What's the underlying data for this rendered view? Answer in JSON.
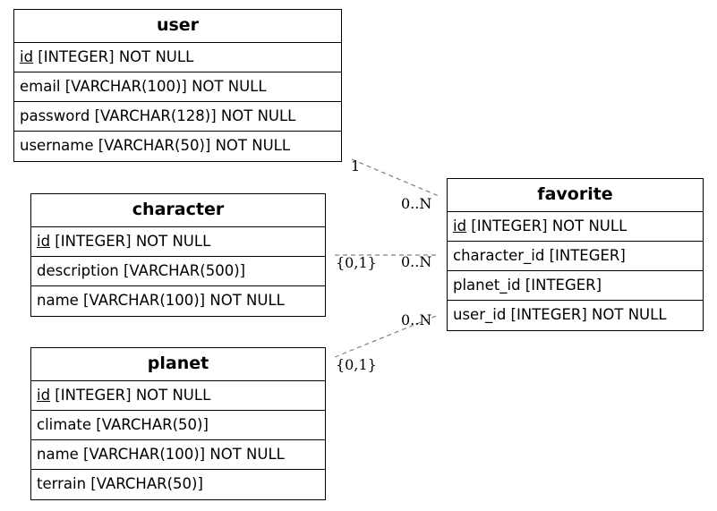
{
  "entities": {
    "user": {
      "title": "user",
      "rows": [
        {
          "pk": "id",
          "rest": " [INTEGER] NOT NULL"
        },
        {
          "text": "email [VARCHAR(100)] NOT NULL"
        },
        {
          "text": "password [VARCHAR(128)] NOT NULL"
        },
        {
          "text": "username [VARCHAR(50)] NOT NULL"
        }
      ]
    },
    "character": {
      "title": "character",
      "rows": [
        {
          "pk": "id",
          "rest": " [INTEGER] NOT NULL"
        },
        {
          "text": "description [VARCHAR(500)]"
        },
        {
          "text": "name [VARCHAR(100)] NOT NULL"
        }
      ]
    },
    "planet": {
      "title": "planet",
      "rows": [
        {
          "pk": "id",
          "rest": " [INTEGER] NOT NULL"
        },
        {
          "text": "climate [VARCHAR(50)]"
        },
        {
          "text": "name [VARCHAR(100)] NOT NULL"
        },
        {
          "text": "terrain [VARCHAR(50)]"
        }
      ]
    },
    "favorite": {
      "title": "favorite",
      "rows": [
        {
          "pk": "id",
          "rest": " [INTEGER] NOT NULL"
        },
        {
          "text": "character_id [INTEGER]"
        },
        {
          "text": "planet_id [INTEGER]"
        },
        {
          "text": "user_id [INTEGER] NOT NULL"
        }
      ]
    }
  },
  "relations": [
    {
      "from": "user",
      "to": "favorite",
      "from_card": "1",
      "to_card": "0..N"
    },
    {
      "from": "character",
      "to": "favorite",
      "from_card": "{0,1}",
      "to_card": "0..N"
    },
    {
      "from": "planet",
      "to": "favorite",
      "from_card": "{0,1}",
      "to_card": "0..N"
    }
  ],
  "colors": {
    "line": "#808080",
    "border": "#000000",
    "background": "#ffffff"
  }
}
